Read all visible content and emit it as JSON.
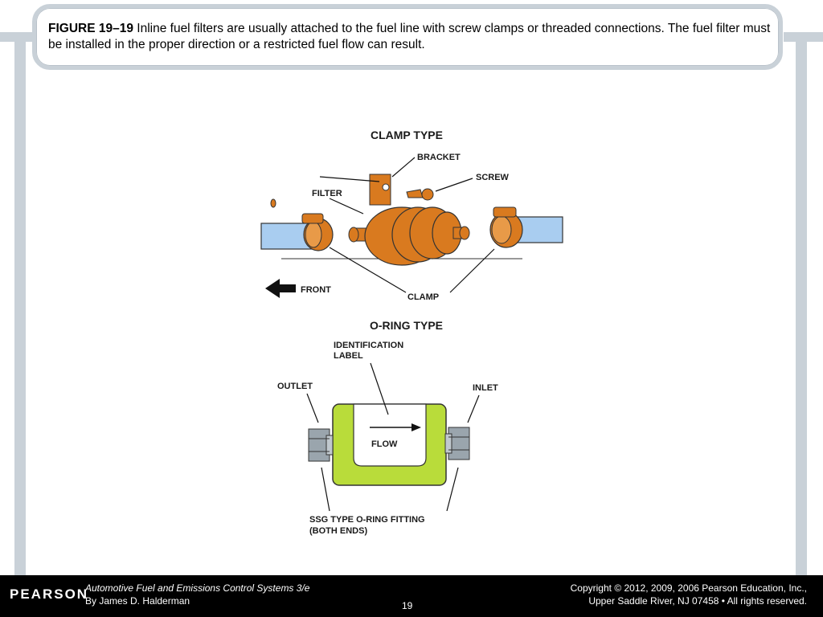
{
  "caption": {
    "figure_label": "FIGURE 19–19",
    "text": " Inline fuel filters are usually attached to the fuel line with screw clamps or threaded connections. The fuel filter must be installed in the proper direction or a restricted fuel flow can result."
  },
  "diagram": {
    "clamp_type": {
      "title": "CLAMP TYPE",
      "bracket": "BRACKET",
      "screw": "SCREW",
      "filter": "FILTER",
      "front": "FRONT",
      "clamp": "CLAMP"
    },
    "oring_type": {
      "title": "O-RING TYPE",
      "id_label_line1": "IDENTIFICATION",
      "id_label_line2": "LABEL",
      "outlet": "OUTLET",
      "inlet": "INLET",
      "flow": "FLOW",
      "fitting_line1": "SSG TYPE O-RING FITTING",
      "fitting_line2": "(BOTH ENDS)"
    },
    "colors": {
      "filter_orange": "#d97a1f",
      "hose_blue": "#a9cdf0",
      "oring_green": "#b9dc3a",
      "nut_gray": "#9aa5ad"
    }
  },
  "footer": {
    "logo": "PEARSON",
    "book_title": "Automotive Fuel and Emissions Control Systems 3/e",
    "author": "By James D. Halderman",
    "page_number": "19",
    "copyright_line1": "Copyright © 2012, 2009, 2006 Pearson Education, Inc.,",
    "copyright_line2": "Upper Saddle River, NJ 07458 • All rights reserved."
  }
}
